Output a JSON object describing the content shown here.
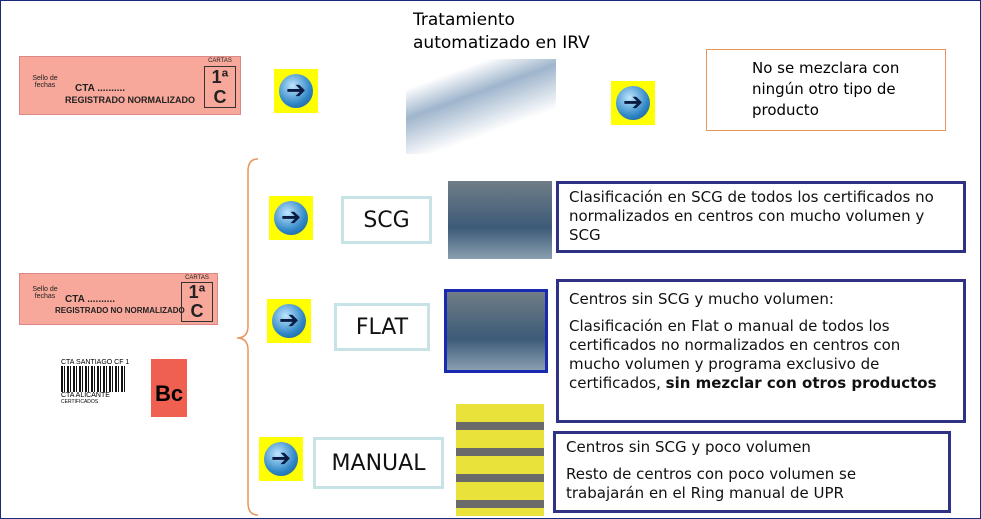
{
  "title": "Tratamiento automatizado en IRV",
  "callout": "No se mezclara con ningún otro tipo de producto",
  "label_normal": {
    "stamp": "Sello de fechas",
    "cta": "CTA ..........",
    "type": "REGISTRADO NORMALIZADO",
    "class_top": "1ª",
    "class_bottom": "C",
    "header": "CARTAS"
  },
  "label_no_normal": {
    "stamp": "Sello de fechas",
    "cta": "CTA ..........",
    "type": "REGISTRADO NO NORMALIZADO",
    "class_top": "1ª",
    "class_bottom": "C",
    "header": "CARTAS"
  },
  "barcode_label": {
    "origin": "CTA SANTIAGO CF 1",
    "dest": "CTA ALICANTE",
    "kind": "CERTIFICADOS",
    "class": "Bc"
  },
  "routes": [
    {
      "name": "SCG",
      "text": "Clasificación en SCG de todos los certificados no normalizados en centros con mucho volumen y SCG"
    },
    {
      "name": "FLAT",
      "heading": "Centros sin SCG y mucho volumen:",
      "text": "Clasificación en Flat o manual  de todos los certificados no normalizados en centros con mucho volumen y programa exclusivo de certificados, ",
      "bold": "sin mezclar con otros productos"
    },
    {
      "name": "MANUAL",
      "heading": "Centros sin SCG y poco volumen",
      "text": "Resto de centros con poco volumen se trabajarán en el Ring manual de UPR"
    }
  ]
}
